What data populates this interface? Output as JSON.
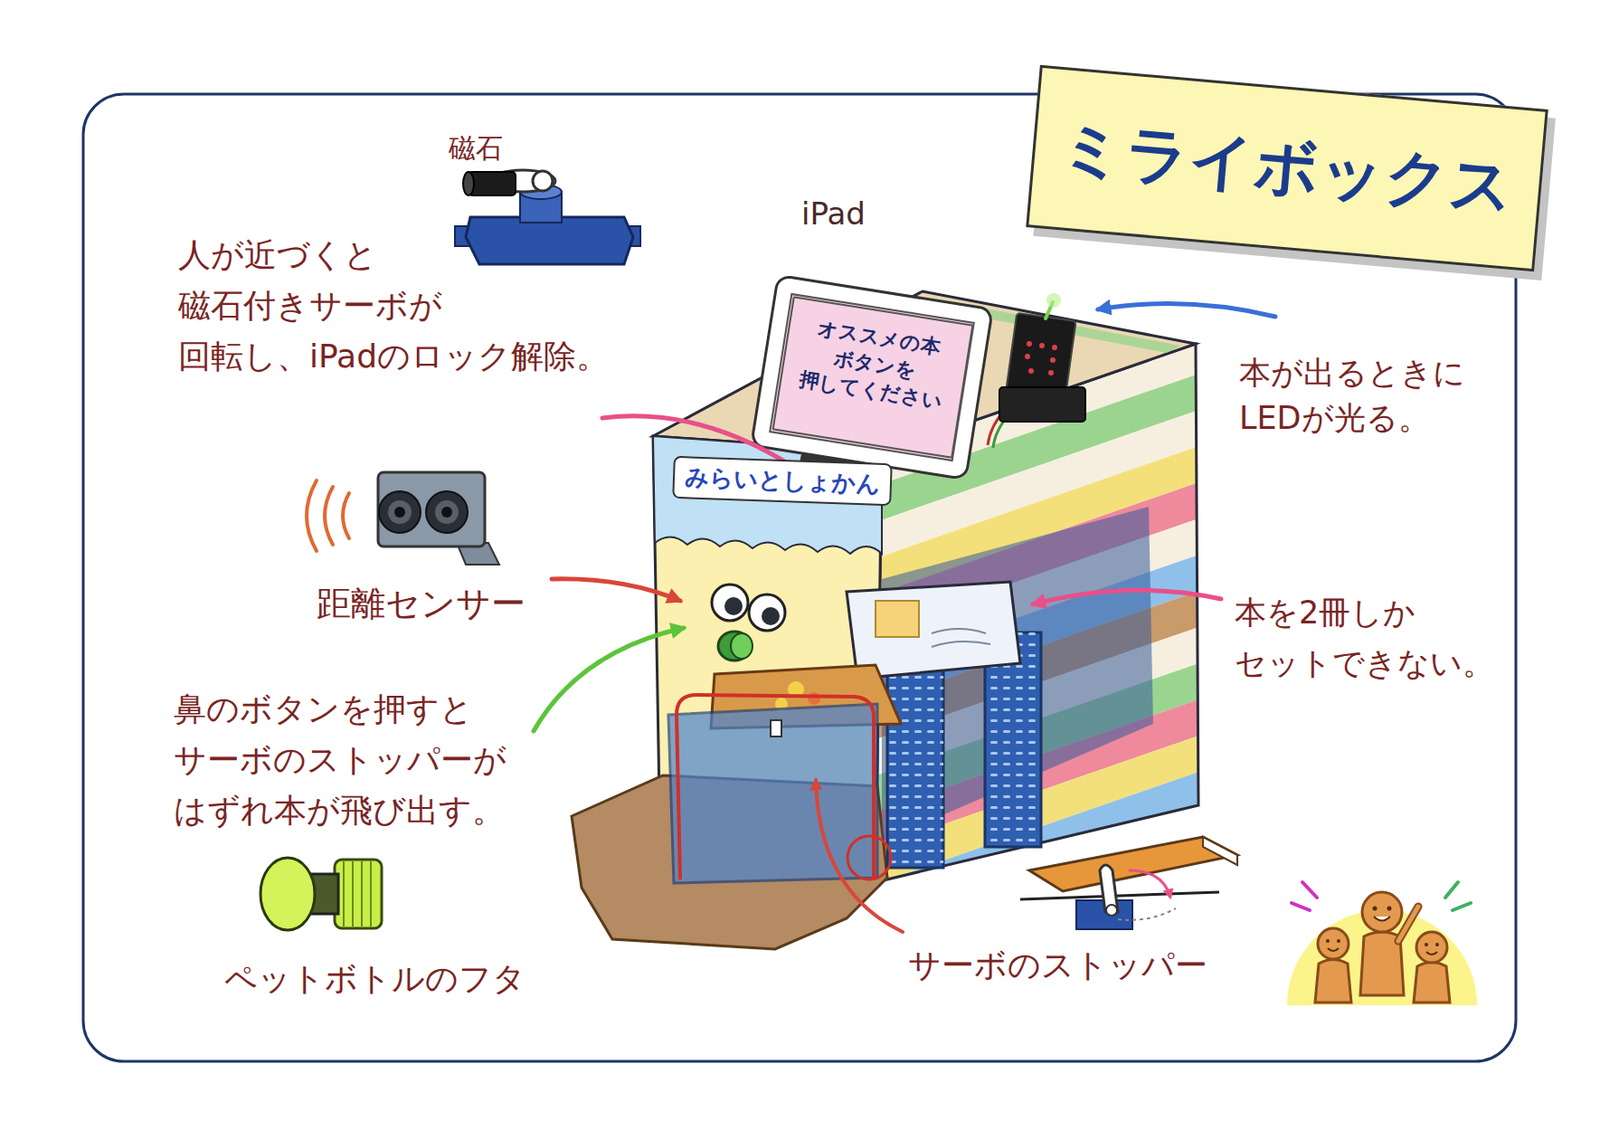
{
  "diagram": {
    "title": "ミライボックス",
    "nodes": [
      {
        "text": [
          "オススメの本 ボタンを 押してください"
        ]
      },
      {
        "text": [
          "みらいとしょかん"
        ]
      }
    ],
    "labels": [
      "磁石",
      "人が近づくと 磁石付きサーボが 回転し、iPadのロック解除。",
      "iPad",
      "本が出るときに LEDが光る。",
      "距離センサー",
      "本を2冊しか セットできない。",
      "鼻のボタンを押すと サーボのストッパーが はずれ本が飛び出す。",
      "ペットボトルのフタ",
      "サーボのストッパー"
    ]
  }
}
